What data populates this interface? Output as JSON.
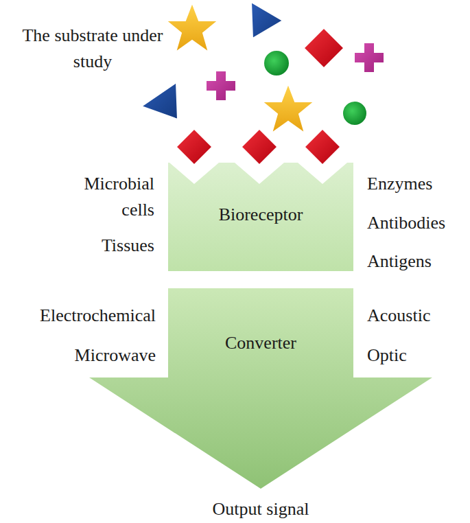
{
  "diagram": {
    "nodes": [
      {
        "text": [
          "Bioreceptor"
        ]
      },
      {
        "text": [
          "Converter"
        ]
      }
    ],
    "labels": [
      "The substrate under study",
      "Microbial cells",
      "Tissues",
      "Enzymes",
      "Antibodies",
      "Antigens",
      "Electrochemical",
      "Microwave",
      "Acoustic",
      "Optic",
      "Output signal"
    ]
  }
}
